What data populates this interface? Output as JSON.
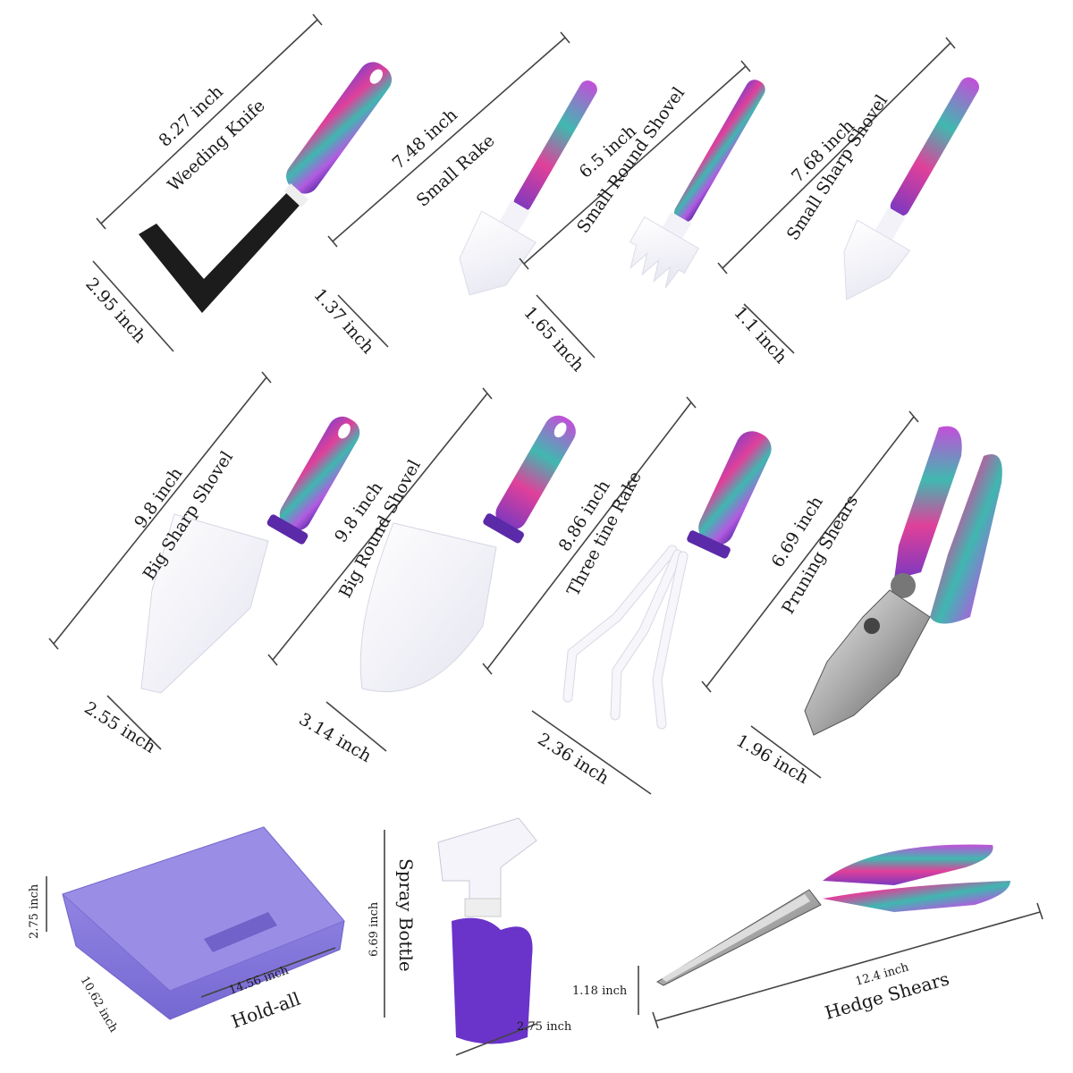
{
  "colors": {
    "handle_purple": "#8a3fc4",
    "handle_pink": "#e0409a",
    "handle_teal": "#3fb7b0",
    "blade_white": "#f4f4fa",
    "knife_black": "#1c1c1c",
    "case_purple": "#8d7fe0",
    "bottle_purple": "#6a33c9"
  },
  "tools": {
    "weeding_knife": {
      "name": "Weeding Knife",
      "length": "8.27 inch",
      "width": "2.95 inch"
    },
    "small_rake": {
      "name": "Small Rake",
      "length": "7.48 inch",
      "width": "1.37 inch"
    },
    "small_round_shovel": {
      "name": "Small Round Shovel",
      "length": "6.5 inch",
      "width": "1.65 inch"
    },
    "small_sharp_shovel": {
      "name": "Small Sharp Shovel",
      "length": "7.68 inch",
      "width": "1.1 inch"
    },
    "big_sharp_shovel": {
      "name": "Big Sharp Shovel",
      "length": "9.8 inch",
      "width": "2.55 inch"
    },
    "big_round_shovel": {
      "name": "Big Round Shovel",
      "length": "9.8 inch",
      "width": "3.14 inch"
    },
    "three_tine_rake": {
      "name": "Three tine Rake",
      "length": "8.86 inch",
      "width": "2.36 inch"
    },
    "pruning_shears": {
      "name": "Pruning Shears",
      "length": "6.69 inch",
      "width": "1.96 inch"
    },
    "hold_all": {
      "name": "Hold-all",
      "height": "2.75 inch",
      "depth": "10.62 inch",
      "width": "14.56 inch"
    },
    "spray_bottle": {
      "name": "Spray Bottle",
      "height": "6.69 inch",
      "width": "2.75 inch"
    },
    "hedge_shears": {
      "name": "Hedge Shears",
      "length": "12.4 inch",
      "width": "1.18 inch"
    }
  }
}
